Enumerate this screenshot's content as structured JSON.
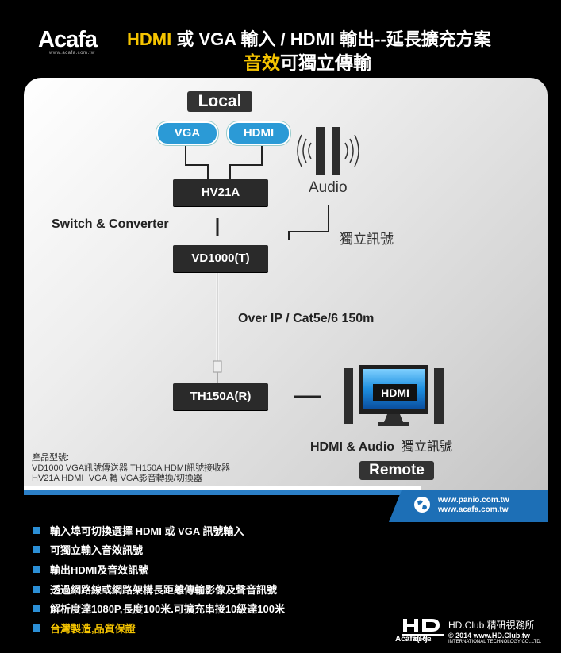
{
  "header": {
    "logo_text": "Acafa",
    "logo_sub": "www.acafa.com.tw",
    "title_line1_hl": "HDMI",
    "title_line1_rest": " 或 VGA 輸入 / HDMI 輸出--延長擴充方案",
    "title_line2_hl": "音效",
    "title_line2_rest": "可獨立傳輸"
  },
  "diagram": {
    "local_label": "Local",
    "remote_label": "Remote",
    "vga": "VGA",
    "hdmi": "HDMI",
    "hv21a": "HV21A",
    "vd1000": "VD1000(T)",
    "th150": "TH150A(R)",
    "audio": "Audio",
    "switch_converter": "Switch & Converter",
    "independent_signal": "獨立訊號",
    "over_ip": "Over IP  /  Cat5e/6   150m",
    "monitor_label": "HDMI",
    "hdmi_audio": "HDMI & Audio",
    "hdmi_audio_suffix": "獨立訊號"
  },
  "models": {
    "heading": "產品型號:",
    "line1": "VD1000 VGA訊號傳送器  TH150A HDMI訊號接收器",
    "line2": "HV21A  HDMI+VGA 轉 VGA影音轉換/切換器"
  },
  "urls": {
    "url1": "www.panio.com.tw",
    "url2": "www.acafa.com.tw"
  },
  "features": [
    "輸入埠可切換選擇 HDMI 或 VGA 訊號輸入",
    "可獨立輸入音效訊號",
    "輸出HDMI及音效訊號",
    "透過網路線或網路架構長距離傳輸影像及聲音訊號",
    "解析度達1080P,長度100米.可擴充串接10級達100米",
    "台灣製造,品質保證"
  ],
  "footer": {
    "hd_logo_text": "HD CLUB",
    "club_name": "HD.Club 精研視務所",
    "copyright": "© 2014  www.HD.Club.tw",
    "company": "INTERNATIONAL TECHNOLOGY CO.,LTD.",
    "acafa_r": "Acafa(R)"
  },
  "colors": {
    "accent_yellow": "#f5c400",
    "accent_blue": "#2b9ad6",
    "box_dark": "#2a2a2a"
  }
}
